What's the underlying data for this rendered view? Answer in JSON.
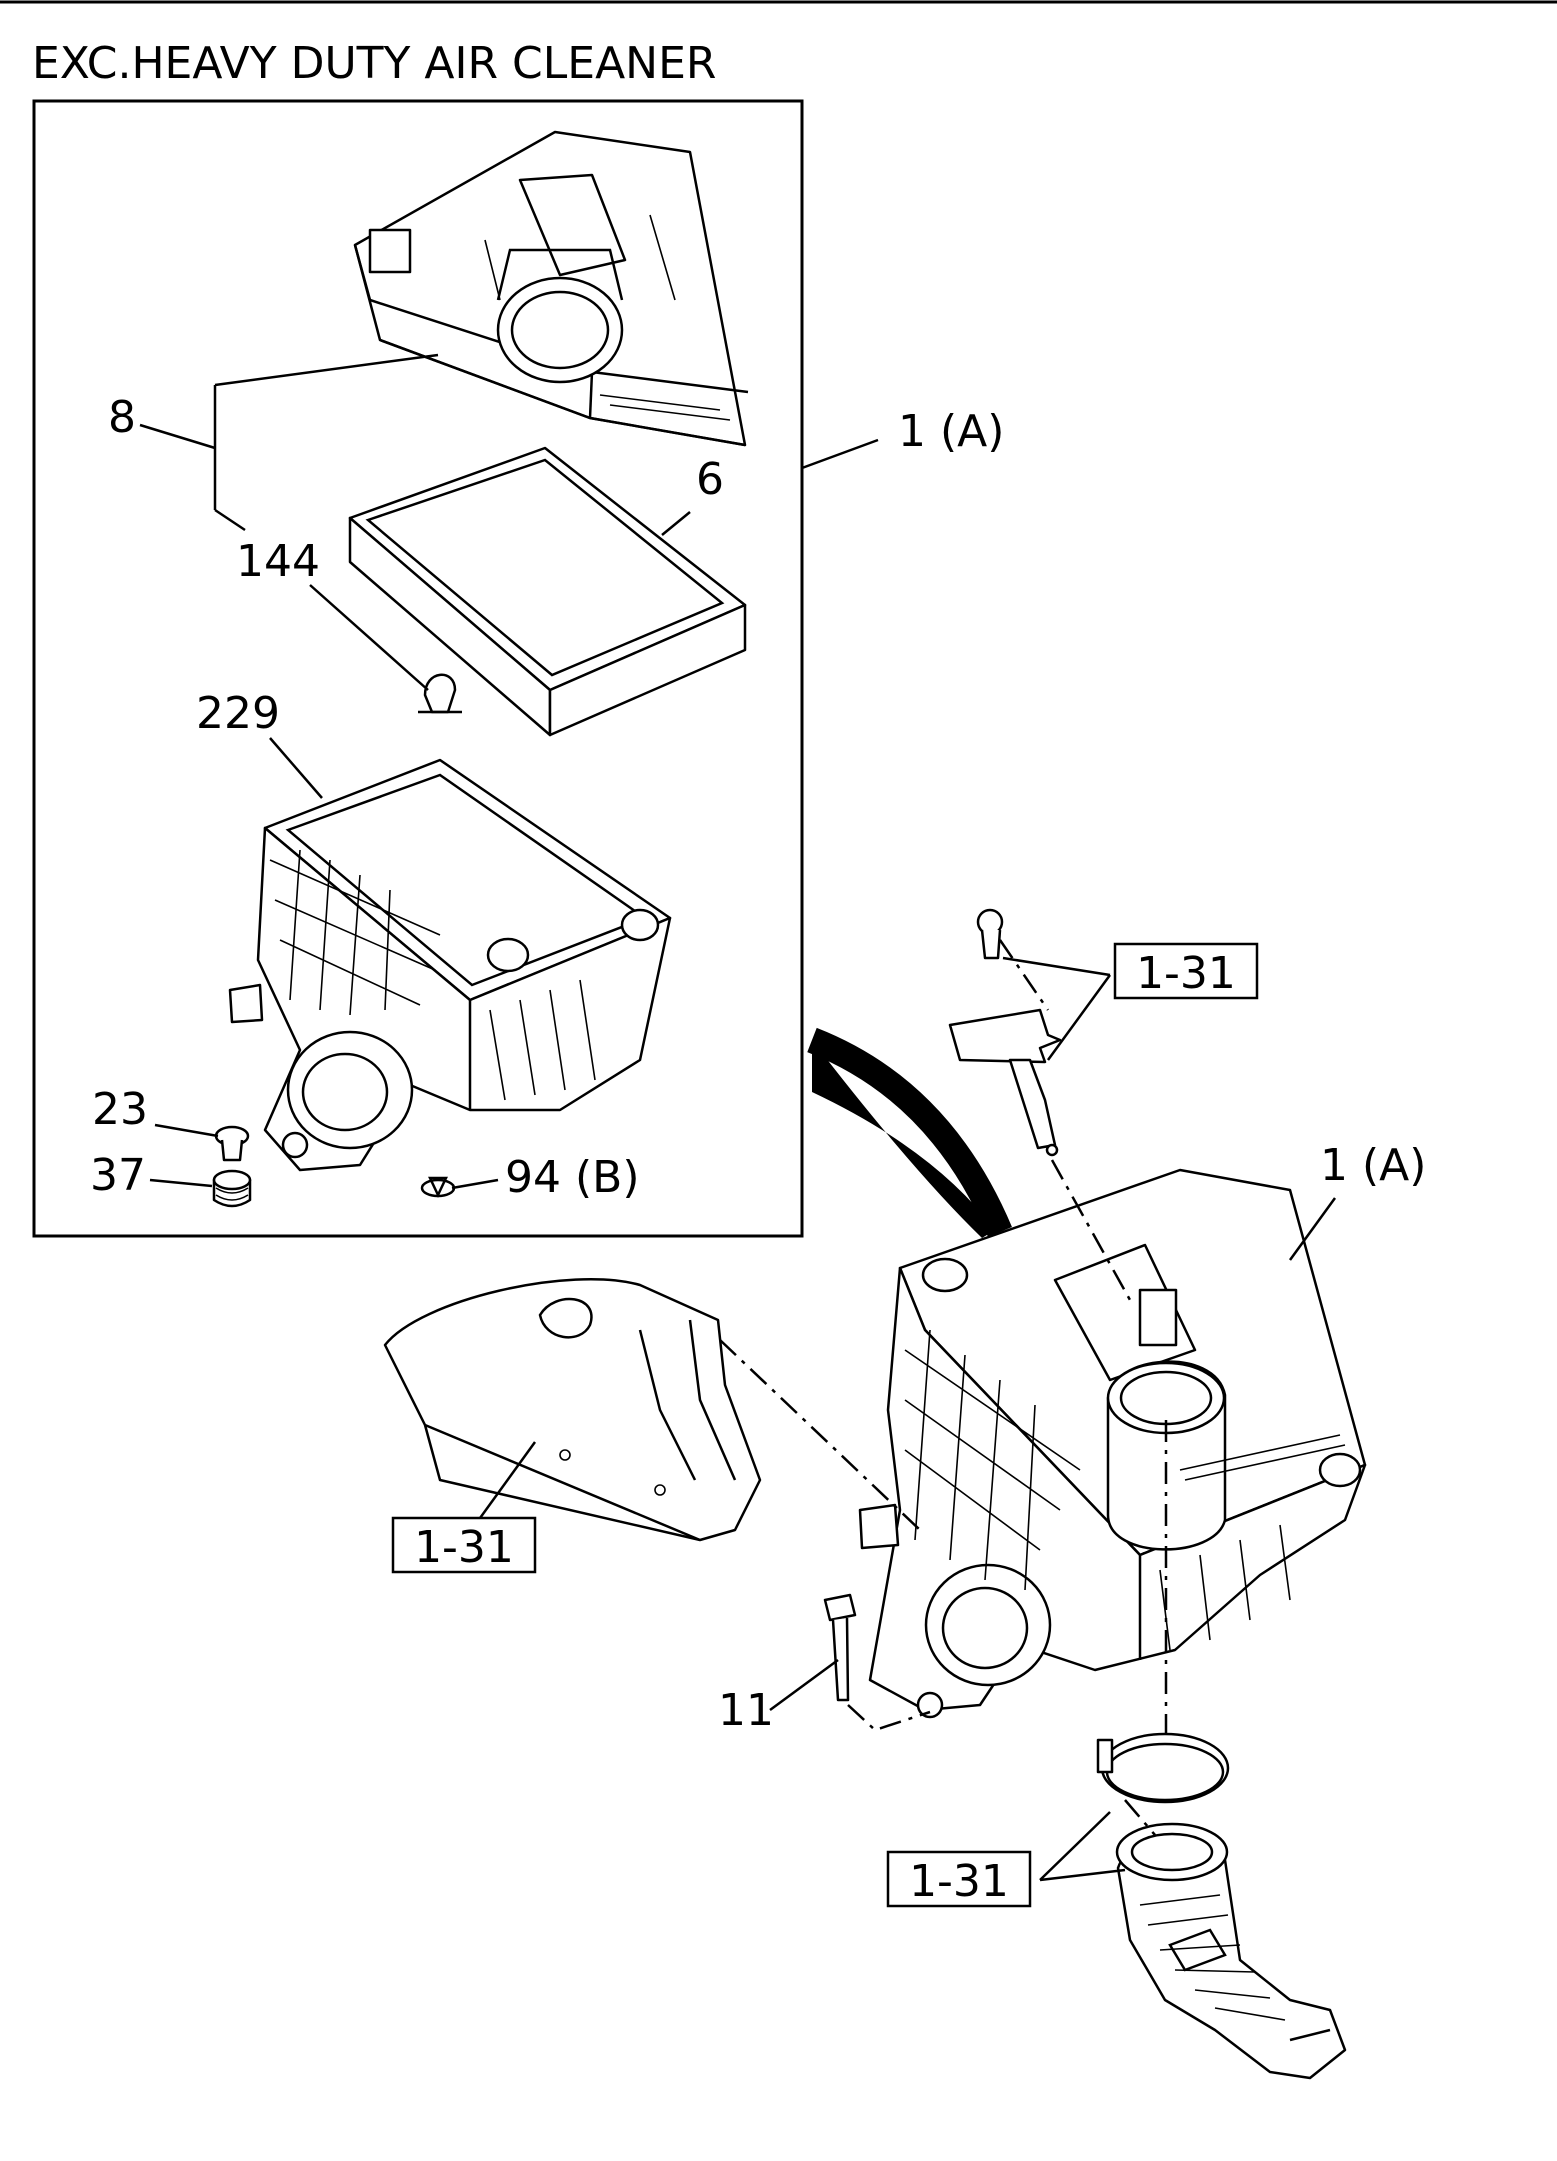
{
  "title": "EXC.HEAVY DUTY AIR CLEANER",
  "labels": {
    "l8": "8",
    "l1a_top": "1 (A)",
    "l6": "6",
    "l144": "144",
    "l229": "229",
    "l23": "23",
    "l37": "37",
    "l94b": "94 (B)",
    "l131_top": "1-31",
    "l1a_right": "1 (A)",
    "l131_left": "1-31",
    "l11": "11",
    "l131_bottom": "1-31"
  }
}
